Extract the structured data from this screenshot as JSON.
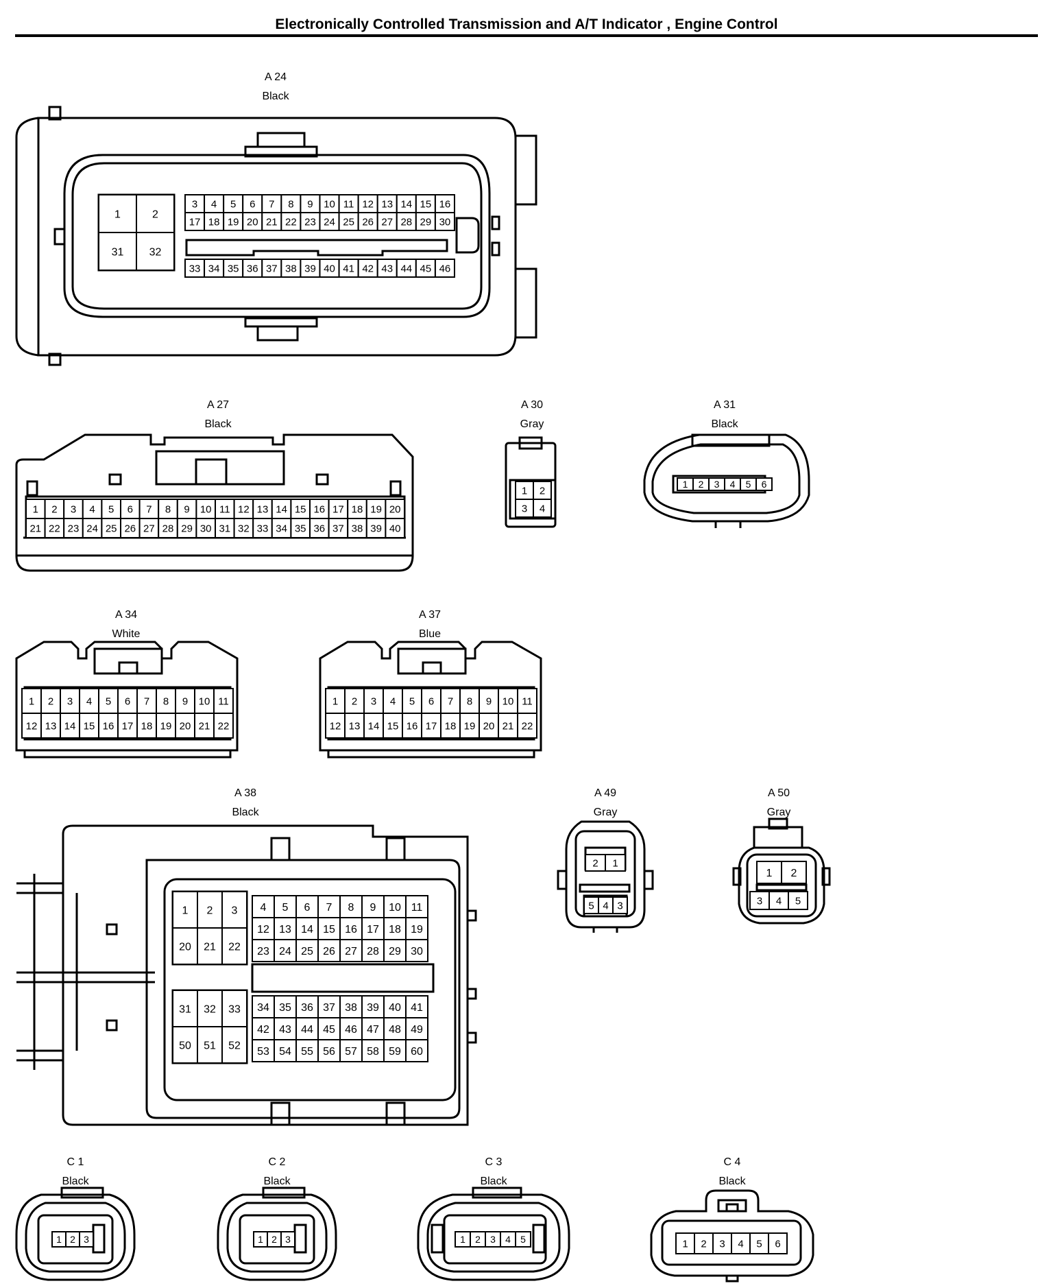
{
  "title": "Electronically Controlled Transmission and A/T Indicator , Engine Control",
  "connectors": [
    {
      "id": "A 24",
      "color": "Black"
    },
    {
      "id": "A 27",
      "color": "Black"
    },
    {
      "id": "A 30",
      "color": "Gray"
    },
    {
      "id": "A 31",
      "color": "Black"
    },
    {
      "id": "A 34",
      "color": "White"
    },
    {
      "id": "A 37",
      "color": "Blue"
    },
    {
      "id": "A 38",
      "color": "Black"
    },
    {
      "id": "A 49",
      "color": "Gray"
    },
    {
      "id": "A 50",
      "color": "Gray"
    },
    {
      "id": "C 1",
      "color": "Black"
    },
    {
      "id": "C 2",
      "color": "Black"
    },
    {
      "id": "C 3",
      "color": "Black"
    },
    {
      "id": "C 4",
      "color": "Black"
    }
  ]
}
